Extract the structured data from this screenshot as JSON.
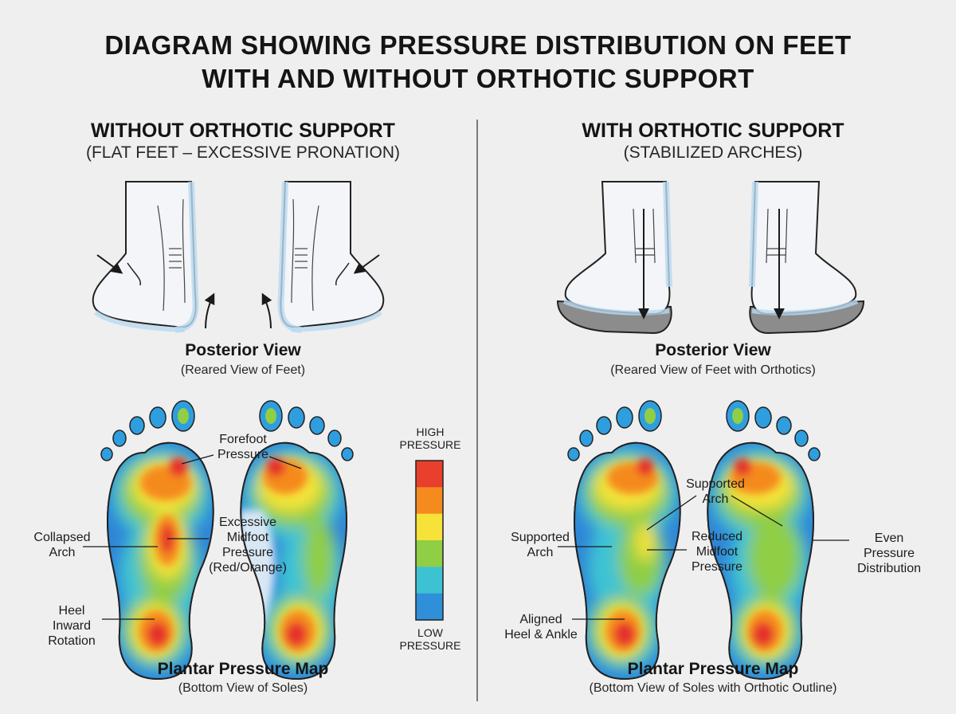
{
  "title": {
    "line1": "DIAGRAM SHOWING PRESSURE DISTRIBUTION ON FEET",
    "line2": "WITH AND WITHOUT ORTHOTIC SUPPORT"
  },
  "left_panel": {
    "heading": "WITHOUT ORTHOTIC SUPPORT",
    "subheading": "(FLAT FEET – EXCESSIVE PRONATION)",
    "posterior_title": "Posterior View",
    "posterior_subtitle": "(Reared View of Feet)",
    "plantar_title": "Plantar Pressure Map",
    "plantar_subtitle": "(Bottom View of Soles)",
    "callouts": {
      "forefoot": [
        "Forefoot",
        "Pressure"
      ],
      "midfoot": [
        "Excessive",
        "Midfoot",
        "Pressure",
        "(Red/Orange)"
      ],
      "collapsed_arch": [
        "Collapsed",
        "Arch"
      ],
      "heel": [
        "Heel",
        "Inward",
        "Rotation"
      ]
    }
  },
  "right_panel": {
    "heading": "WITH ORTHOTIC SUPPORT",
    "subheading": "(STABILIZED ARCHES)",
    "posterior_title": "Posterior View",
    "posterior_subtitle": "(Reared View of Feet with Orthotics)",
    "plantar_title": "Plantar Pressure Map",
    "plantar_subtitle": "(Bottom View of Soles with Orthotic Outline)",
    "callouts": {
      "supported_arch_top": [
        "Supported",
        "Arch"
      ],
      "supported_arch_left": [
        "Supported",
        "Arch"
      ],
      "reduced_midfoot": [
        "Reduced",
        "Midfoot",
        "Pressure"
      ],
      "even_distribution": [
        "Even",
        "Pressure",
        "Distribution"
      ],
      "aligned_heel": [
        "Aligned",
        "Heel & Ankle"
      ]
    }
  },
  "legend": {
    "high_label": "HIGH PRESSURE",
    "low_label": "LOW PRESSURE",
    "colors": [
      "#e8402c",
      "#f58a1f",
      "#f7e23a",
      "#8fce45",
      "#3cc2d2",
      "#2f8fd8"
    ]
  },
  "colors": {
    "skin": "#f4f5f8",
    "skin_shadow": "#b9d9f0",
    "orthotic": "#8c8c8c",
    "heat_low": "#2f86d6",
    "heat_cyan": "#3ec3d4",
    "heat_green": "#8fce45",
    "heat_yellow": "#f5e33b",
    "heat_orange": "#f58a1f",
    "heat_red": "#e5332a"
  }
}
